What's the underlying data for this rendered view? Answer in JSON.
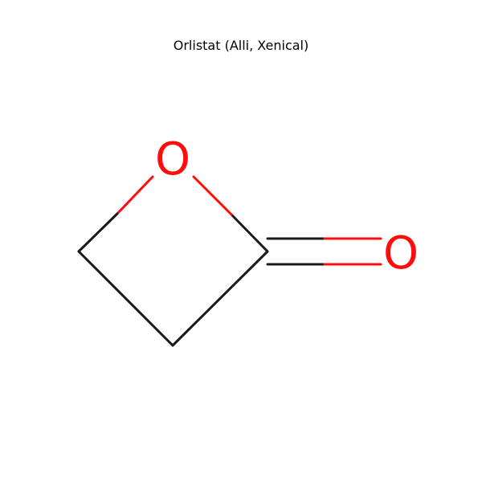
{
  "title": "Orlistat (Alli, Xenical)",
  "colors": {
    "carbon_bond": "#1a1a1a",
    "oxygen": "#ff0d0d",
    "background": "#ffffff"
  },
  "atoms": [
    {
      "id": "O1",
      "element": "O",
      "label": "O"
    },
    {
      "id": "C2",
      "element": "C",
      "label": ""
    },
    {
      "id": "C3",
      "element": "C",
      "label": ""
    },
    {
      "id": "C4",
      "element": "C",
      "label": ""
    },
    {
      "id": "O5",
      "element": "O",
      "label": "O"
    }
  ],
  "bonds": [
    {
      "from": "O1",
      "to": "C2",
      "order": 1
    },
    {
      "from": "C2",
      "to": "C3",
      "order": 1
    },
    {
      "from": "C3",
      "to": "C4",
      "order": 1
    },
    {
      "from": "C4",
      "to": "O1",
      "order": 1
    },
    {
      "from": "C4",
      "to": "O5",
      "order": 2
    }
  ]
}
